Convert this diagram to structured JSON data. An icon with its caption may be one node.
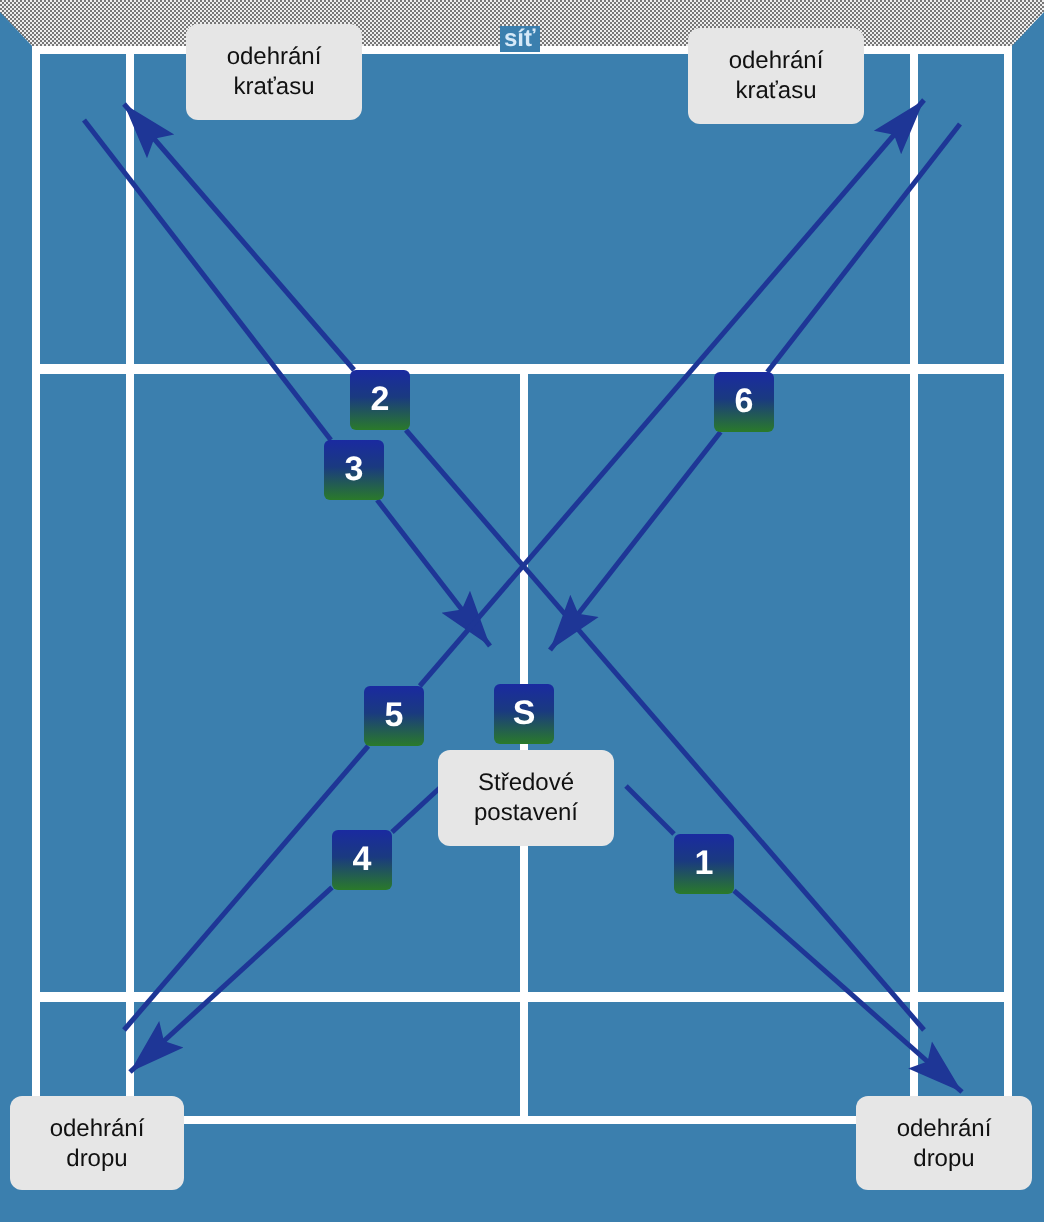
{
  "diagram": {
    "nodes": [
      {
        "text": [
          "odehrání kraťasu"
        ]
      },
      {
        "text": [
          "odehrání kraťasu"
        ]
      },
      {
        "text": [
          "2"
        ]
      },
      {
        "text": [
          "6"
        ]
      },
      {
        "text": [
          "3"
        ]
      },
      {
        "text": [
          "5"
        ]
      },
      {
        "text": [
          "S"
        ]
      },
      {
        "text": [
          "Středové postavení"
        ]
      },
      {
        "text": [
          "4"
        ]
      },
      {
        "text": [
          "1"
        ]
      },
      {
        "text": [
          "odehrání dropu"
        ]
      },
      {
        "text": [
          "odehrání dropu"
        ]
      }
    ],
    "edges": [
      {
        "from": 7,
        "to": 9,
        "arrow": "none"
      },
      {
        "from": 9,
        "to": 11,
        "arrow": "to"
      },
      {
        "from": 11,
        "to": 2,
        "arrow": "none"
      },
      {
        "from": 2,
        "to": 0,
        "arrow": "to"
      },
      {
        "from": 0,
        "to": 4,
        "arrow": "none"
      },
      {
        "from": 4,
        "to": 6,
        "arrow": "to"
      },
      {
        "from": 7,
        "to": 8,
        "arrow": "none"
      },
      {
        "from": 8,
        "to": 10,
        "arrow": "to"
      },
      {
        "from": 10,
        "to": 5,
        "arrow": "none"
      },
      {
        "from": 5,
        "to": 1,
        "arrow": "to"
      },
      {
        "from": 1,
        "to": 3,
        "arrow": "none"
      },
      {
        "from": 3,
        "to": 6,
        "arrow": "to"
      }
    ],
    "labels": [
      "síť"
    ]
  }
}
